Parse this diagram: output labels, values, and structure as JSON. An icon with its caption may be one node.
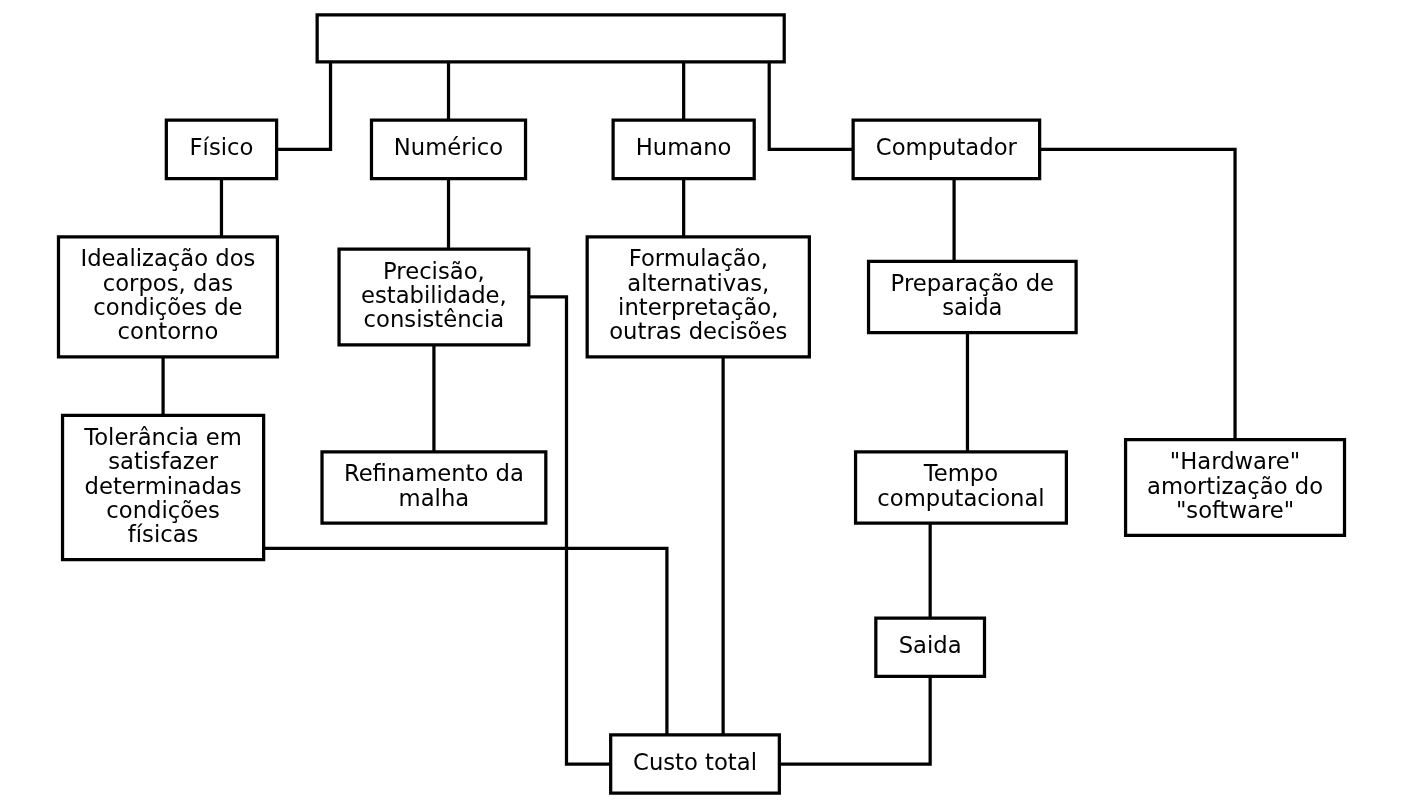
{
  "diagram": {
    "nodes": [
      {
        "text": [],
        "shape": "box"
      },
      {
        "text": [
          "Físico"
        ]
      },
      {
        "text": [
          "Numérico"
        ]
      },
      {
        "text": [
          "Humano"
        ]
      },
      {
        "text": [
          "Computador"
        ]
      },
      {
        "text": [
          "Idealização dos corpos, das condições de contorno"
        ]
      },
      {
        "text": [
          "Precisão, estabilidade, consistência"
        ]
      },
      {
        "text": [
          "Formulação, alternativas, interpretação, outras decisões"
        ]
      },
      {
        "text": [
          "Preparação de saida"
        ]
      },
      {
        "text": [
          "Tolerância em satisfazer determinadas condições físicas"
        ]
      },
      {
        "text": [
          "Refinamento da malha"
        ]
      },
      {
        "text": [
          "\"Hardware\" amortização do \"software\""
        ]
      },
      {
        "text": [
          "Tempo computacional"
        ]
      },
      {
        "text": [
          "Saida"
        ]
      },
      {
        "text": [
          "Custo total"
        ]
      }
    ],
    "edges": [
      {
        "from": 0,
        "to": 1,
        "arrow": "none"
      },
      {
        "from": 0,
        "to": 2,
        "arrow": "none"
      },
      {
        "from": 0,
        "to": 3,
        "arrow": "none"
      },
      {
        "from": 0,
        "to": 4,
        "arrow": "none"
      },
      {
        "from": 1,
        "to": 5,
        "arrow": "none"
      },
      {
        "from": 5,
        "to": 9,
        "arrow": "none"
      },
      {
        "from": 2,
        "to": 6,
        "arrow": "none"
      },
      {
        "from": 6,
        "to": 10,
        "arrow": "none"
      },
      {
        "from": 3,
        "to": 7,
        "arrow": "none"
      },
      {
        "from": 4,
        "to": 8,
        "arrow": "none"
      },
      {
        "from": 8,
        "to": 12,
        "arrow": "none"
      },
      {
        "from": 12,
        "to": 13,
        "arrow": "none"
      },
      {
        "from": 11,
        "to": 4,
        "arrow": "none"
      },
      {
        "from": 9,
        "to": 14,
        "arrow": "none"
      },
      {
        "from": 6,
        "to": 14,
        "arrow": "none"
      },
      {
        "from": 7,
        "to": 14,
        "arrow": "none"
      },
      {
        "from": 13,
        "to": 14,
        "arrow": "none"
      }
    ]
  }
}
